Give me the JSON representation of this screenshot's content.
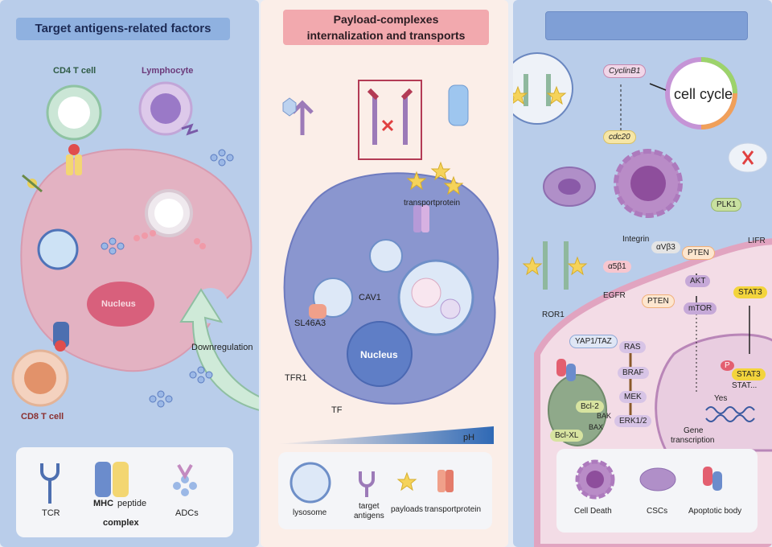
{
  "left_panel": {
    "title": "Target antigens-related factors",
    "cd4_label": "CD4 T cell",
    "lymphocyte_label": "Lymphocyte",
    "nucleus_label": "Nucleus",
    "downregulation_label": "Downregulation",
    "cd8_label": "CD8 T cell",
    "legend": {
      "tcr": "TCR",
      "mhc": "MHC",
      "peptide": "peptide",
      "complex": "complex",
      "adcs": "ADCs"
    }
  },
  "middle_panel": {
    "title_line1": "Payload-complexes",
    "title_line2": "internalization and transports",
    "transportprotein_label": "transportprotein",
    "cav1_label": "CAV1",
    "sl46a3_label": "SL46A3",
    "nucleus_label": "Nucleus",
    "tfr1_label": "TFR1",
    "tf_label": "TF",
    "ph_label": "pH",
    "legend": {
      "lysosome": "lysosome",
      "target_antigens_line1": "target",
      "target_antigens_line2": "antigens",
      "payloads": "payloads",
      "transportprotein": "transportprotein"
    }
  },
  "right_panel": {
    "cyclinb1": "CyclinB1",
    "cell_cycle": "cell cycle",
    "cdc20": "cdc20",
    "plk1": "PLK1",
    "integrin": "Integrin",
    "avb3": "αVβ3",
    "a5b1": "α5β1",
    "pten_top": "PTEN",
    "lifr": "LIFR",
    "egfr": "EGFR",
    "akt": "AKT",
    "pten_side": "PTEN",
    "mtor": "mTOR",
    "stat3": "STAT3",
    "ror1": "ROR1",
    "yap_taz": "YAP1/TAZ",
    "ras": "RAS",
    "braf": "BRAF",
    "mek": "MEK",
    "erk": "ERK1/2",
    "p_label": "P",
    "stat3_nuc": "STAT3",
    "stat3_nuc2": "STAT...",
    "yes": "Yes",
    "gene_transcription_line1": "Gene",
    "gene_transcription_line2": "transcription",
    "bcl2": "Bcl-2",
    "bclxl": "Bcl-XL",
    "bax": "BAX",
    "bak": "BAK",
    "legend": {
      "cell_death": "Cell Death",
      "cscs": "CSCs",
      "apoptotic_body": "Apoptotic body"
    }
  },
  "colors": {
    "panel_blue": "#b9cdea",
    "panel_pink": "#fbeee8",
    "title_blue": "#8fb1e0",
    "title_pink": "#f2a9ae",
    "cell_pink": "#e9b7c4",
    "cell_purple": "#8a96cf",
    "nucleus_blue": "#5f7ec6"
  }
}
